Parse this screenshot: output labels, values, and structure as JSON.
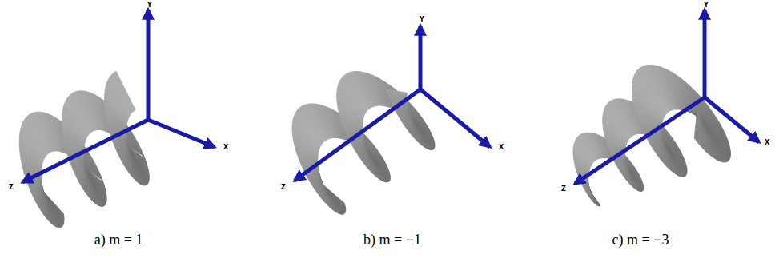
{
  "diagram": {
    "labels": [
      "Y",
      "X",
      "Z",
      "a) m = 1",
      "Y",
      "X",
      "Z",
      "b) m = −1",
      "Y",
      "X",
      "Z",
      "c) m = −3"
    ]
  }
}
